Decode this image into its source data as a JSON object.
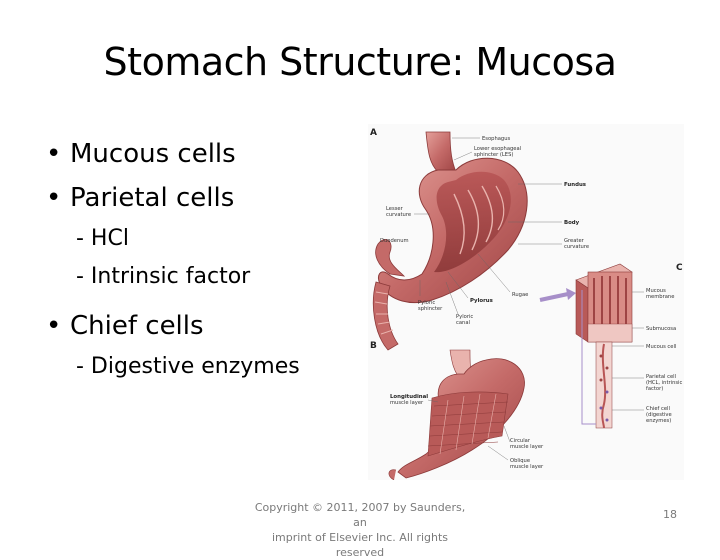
{
  "slide": {
    "title": "Stomach Structure: Mucosa",
    "bullets": [
      "Mucous cells",
      "Parietal cells"
    ],
    "parietal_sub": [
      "- HCl",
      "- Intrinsic factor"
    ],
    "bullet3": "Chief cells",
    "chief_sub": [
      "- Digestive enzymes"
    ],
    "copyright_line1": "Copyright © 2011, 2007 by Saunders, an",
    "copyright_line2": "imprint of Elsevier Inc. All rights reserved",
    "page_number": "18"
  },
  "figure": {
    "panels": [
      "A",
      "B",
      "C"
    ],
    "labels": {
      "esophagus": "Esophagus",
      "les1": "Lower esophageal",
      "les2": "sphincter (LES)",
      "fundus": "Fundus",
      "lesser1": "Lesser",
      "lesser2": "curvature",
      "body": "Body",
      "duodenum": "Duodenum",
      "greater1": "Greater",
      "greater2": "curvature",
      "rugae": "Rugae",
      "pylorus": "Pylorus",
      "pyloric_sph1": "Pyloric",
      "pyloric_sph2": "sphincter",
      "pyloric_canal1": "Pyloric",
      "pyloric_canal2": "canal",
      "mucous_mem1": "Mucous",
      "mucous_mem2": "membrane",
      "submucosa": "Submucosa",
      "mucous_cell": "Mucous cell",
      "parietal1": "Parietal cell",
      "parietal2": "(HCL, intrinsic",
      "parietal3": "factor)",
      "chief1": "Chief cell",
      "chief2": "(digestive",
      "chief3": "enzymes)",
      "longitudinal1": "Longitudinal",
      "longitudinal2": "muscle layer",
      "circular1": "Circular",
      "circular2": "muscle layer",
      "oblique1": "Oblique",
      "oblique2": "muscle layer"
    },
    "colors": {
      "tissue": "#c9706f",
      "tissue_dark": "#9e4444",
      "tissue_light": "#e6a6a0",
      "arrow": "#a78fc9"
    }
  }
}
